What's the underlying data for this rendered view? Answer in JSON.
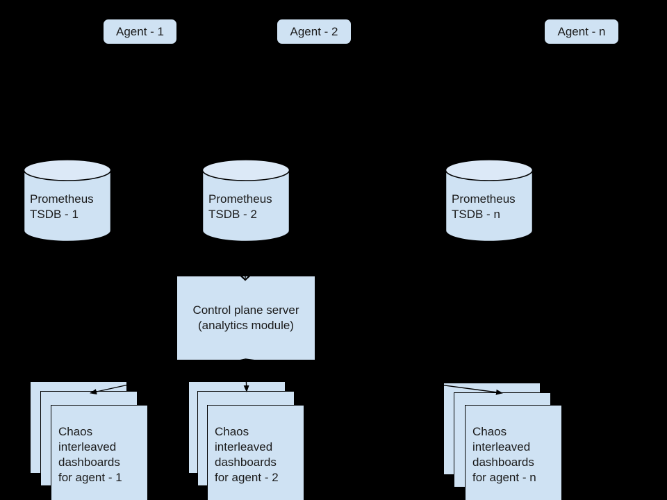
{
  "background": "#000000",
  "palette": {
    "node_fill": "#cfe2f3",
    "cylinder_top_fill": "#dce9f7",
    "border": "#000000",
    "text": "#1a1a1a",
    "arrow": "#000000"
  },
  "agents": [
    {
      "label": "Agent - 1"
    },
    {
      "label": "Agent - 2"
    },
    {
      "label": "Agent - n"
    }
  ],
  "tsdbs": [
    {
      "lines": [
        "Prometheus",
        "TSDB - 1"
      ]
    },
    {
      "lines": [
        "Prometheus",
        "TSDB - 2"
      ]
    },
    {
      "lines": [
        "Prometheus",
        "TSDB - n"
      ]
    }
  ],
  "control_plane": {
    "lines": [
      "Control plane server",
      "(analytics module)"
    ]
  },
  "dashboard_stacks": [
    {
      "lines": [
        "Chaos",
        "interleaved",
        "dashboards",
        "for agent - 1"
      ]
    },
    {
      "lines": [
        "Chaos",
        "interleaved",
        "dashboards",
        "for agent - 2"
      ]
    },
    {
      "lines": [
        "Chaos",
        "interleaved",
        "dashboards",
        "for agent - n"
      ]
    }
  ],
  "edges": [
    {
      "from": "Prometheus TSDB - 2",
      "to": "Control plane server"
    },
    {
      "from": "Control plane server",
      "to": "Chaos interleaved dashboards for agent - 1"
    },
    {
      "from": "Control plane server",
      "to": "Chaos interleaved dashboards for agent - 2"
    },
    {
      "from": "Control plane server",
      "to": "Chaos interleaved dashboards for agent - n"
    }
  ]
}
